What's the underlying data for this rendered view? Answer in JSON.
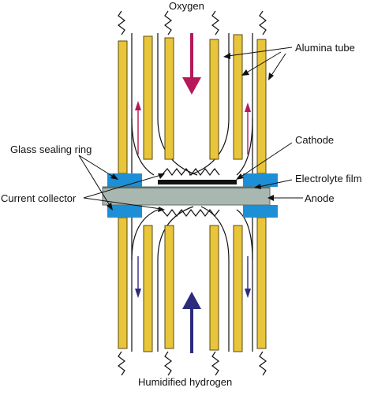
{
  "labels": {
    "oxygen": "Oxygen",
    "alumina_tube": "Alumina tube",
    "cathode": "Cathode",
    "glass_sealing_ring": "Glass sealing ring",
    "electrolyte_film": "Electrolyte film",
    "current_collector": "Current collector",
    "anode": "Anode",
    "humidified_hydrogen": "Humidified hydrogen"
  },
  "colors": {
    "tube_fill": "#e8c53a",
    "tube_stroke": "#5a4a10",
    "sealing_ring": "#1d8fd6",
    "electrolyte": "#a8b8b0",
    "cathode": "#111111",
    "oxygen_arrow": "#b5195a",
    "hydrogen_arrow": "#2e2a7e",
    "line": "#111111"
  },
  "icons": {
    "gas_in_arrow": "arrow-icon",
    "spring_wire": "zigzag-icon"
  }
}
